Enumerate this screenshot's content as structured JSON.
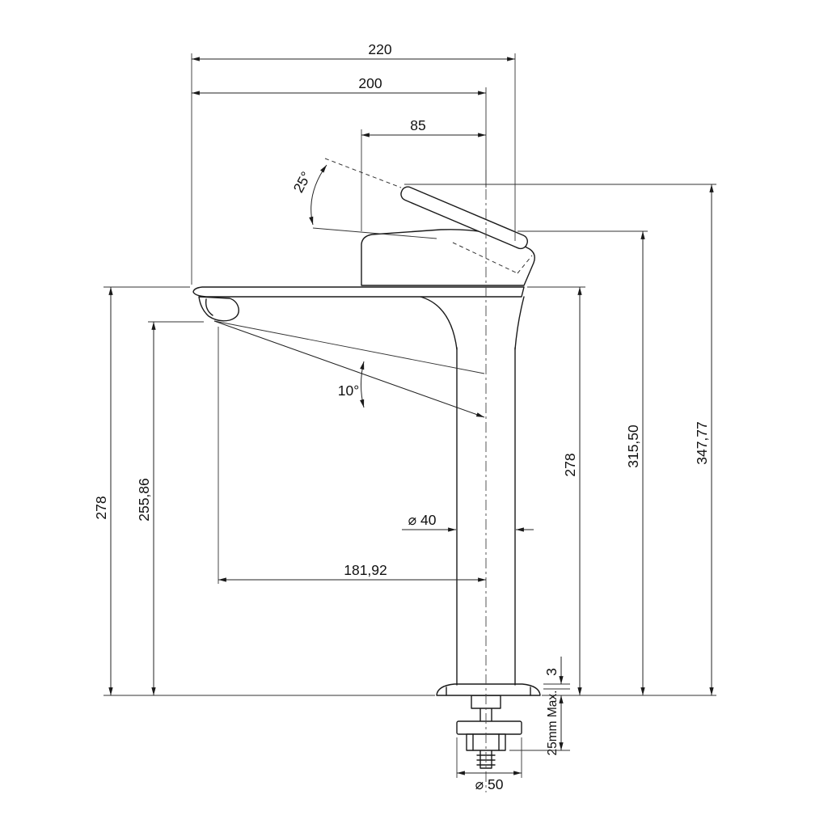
{
  "meta": {
    "description": "Technical dimension drawing of a tall single-lever basin mixer faucet, side view",
    "background_color": "#ffffff",
    "line_color": "#1a1a1a"
  },
  "drawing": {
    "dims": {
      "d220": "220",
      "d200": "200",
      "d85": "85",
      "a25": "25°",
      "a10": "10°",
      "h278_left": "278",
      "h255": "255,86",
      "h278_right": "278",
      "h315": "315,50",
      "h347": "347,77",
      "dia40": "⌀ 40",
      "d181": "181,92",
      "d3": "3",
      "max25": "25mm Max.",
      "dia50": "⌀ 50"
    }
  }
}
